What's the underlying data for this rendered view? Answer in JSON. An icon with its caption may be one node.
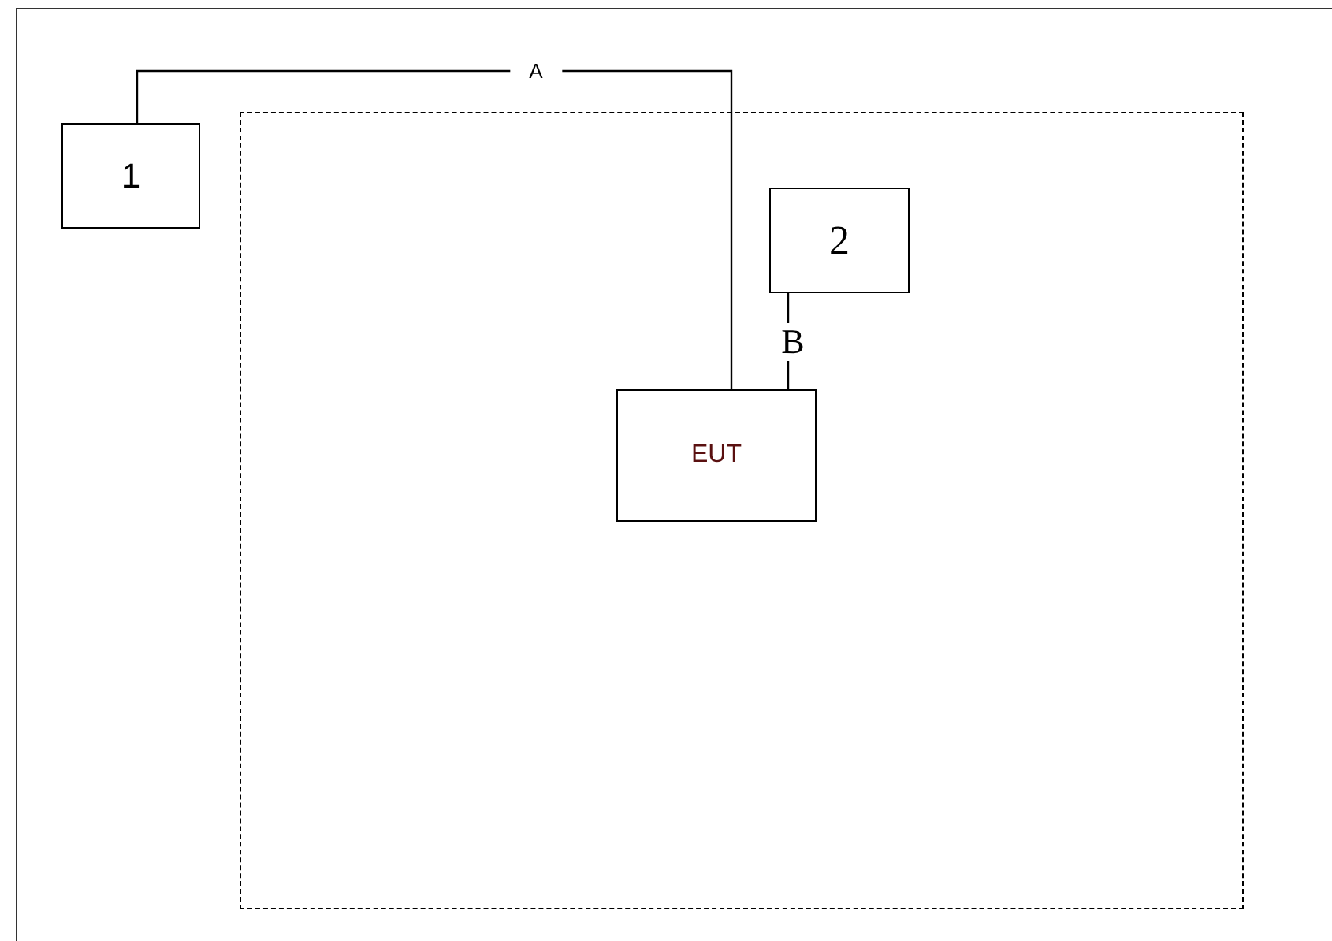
{
  "diagram": {
    "nodes": [
      {
        "text": [],
        "shape": "box"
      },
      {
        "text": [
          "1"
        ]
      },
      {
        "text": [
          "2"
        ],
        "in": 0
      },
      {
        "text": [
          "EUT"
        ],
        "in": 0
      }
    ],
    "edges": [
      {
        "from": 1,
        "to": 3,
        "arrow": "none",
        "label": "A"
      },
      {
        "from": 2,
        "to": 3,
        "arrow": "none",
        "label": "B"
      }
    ]
  }
}
